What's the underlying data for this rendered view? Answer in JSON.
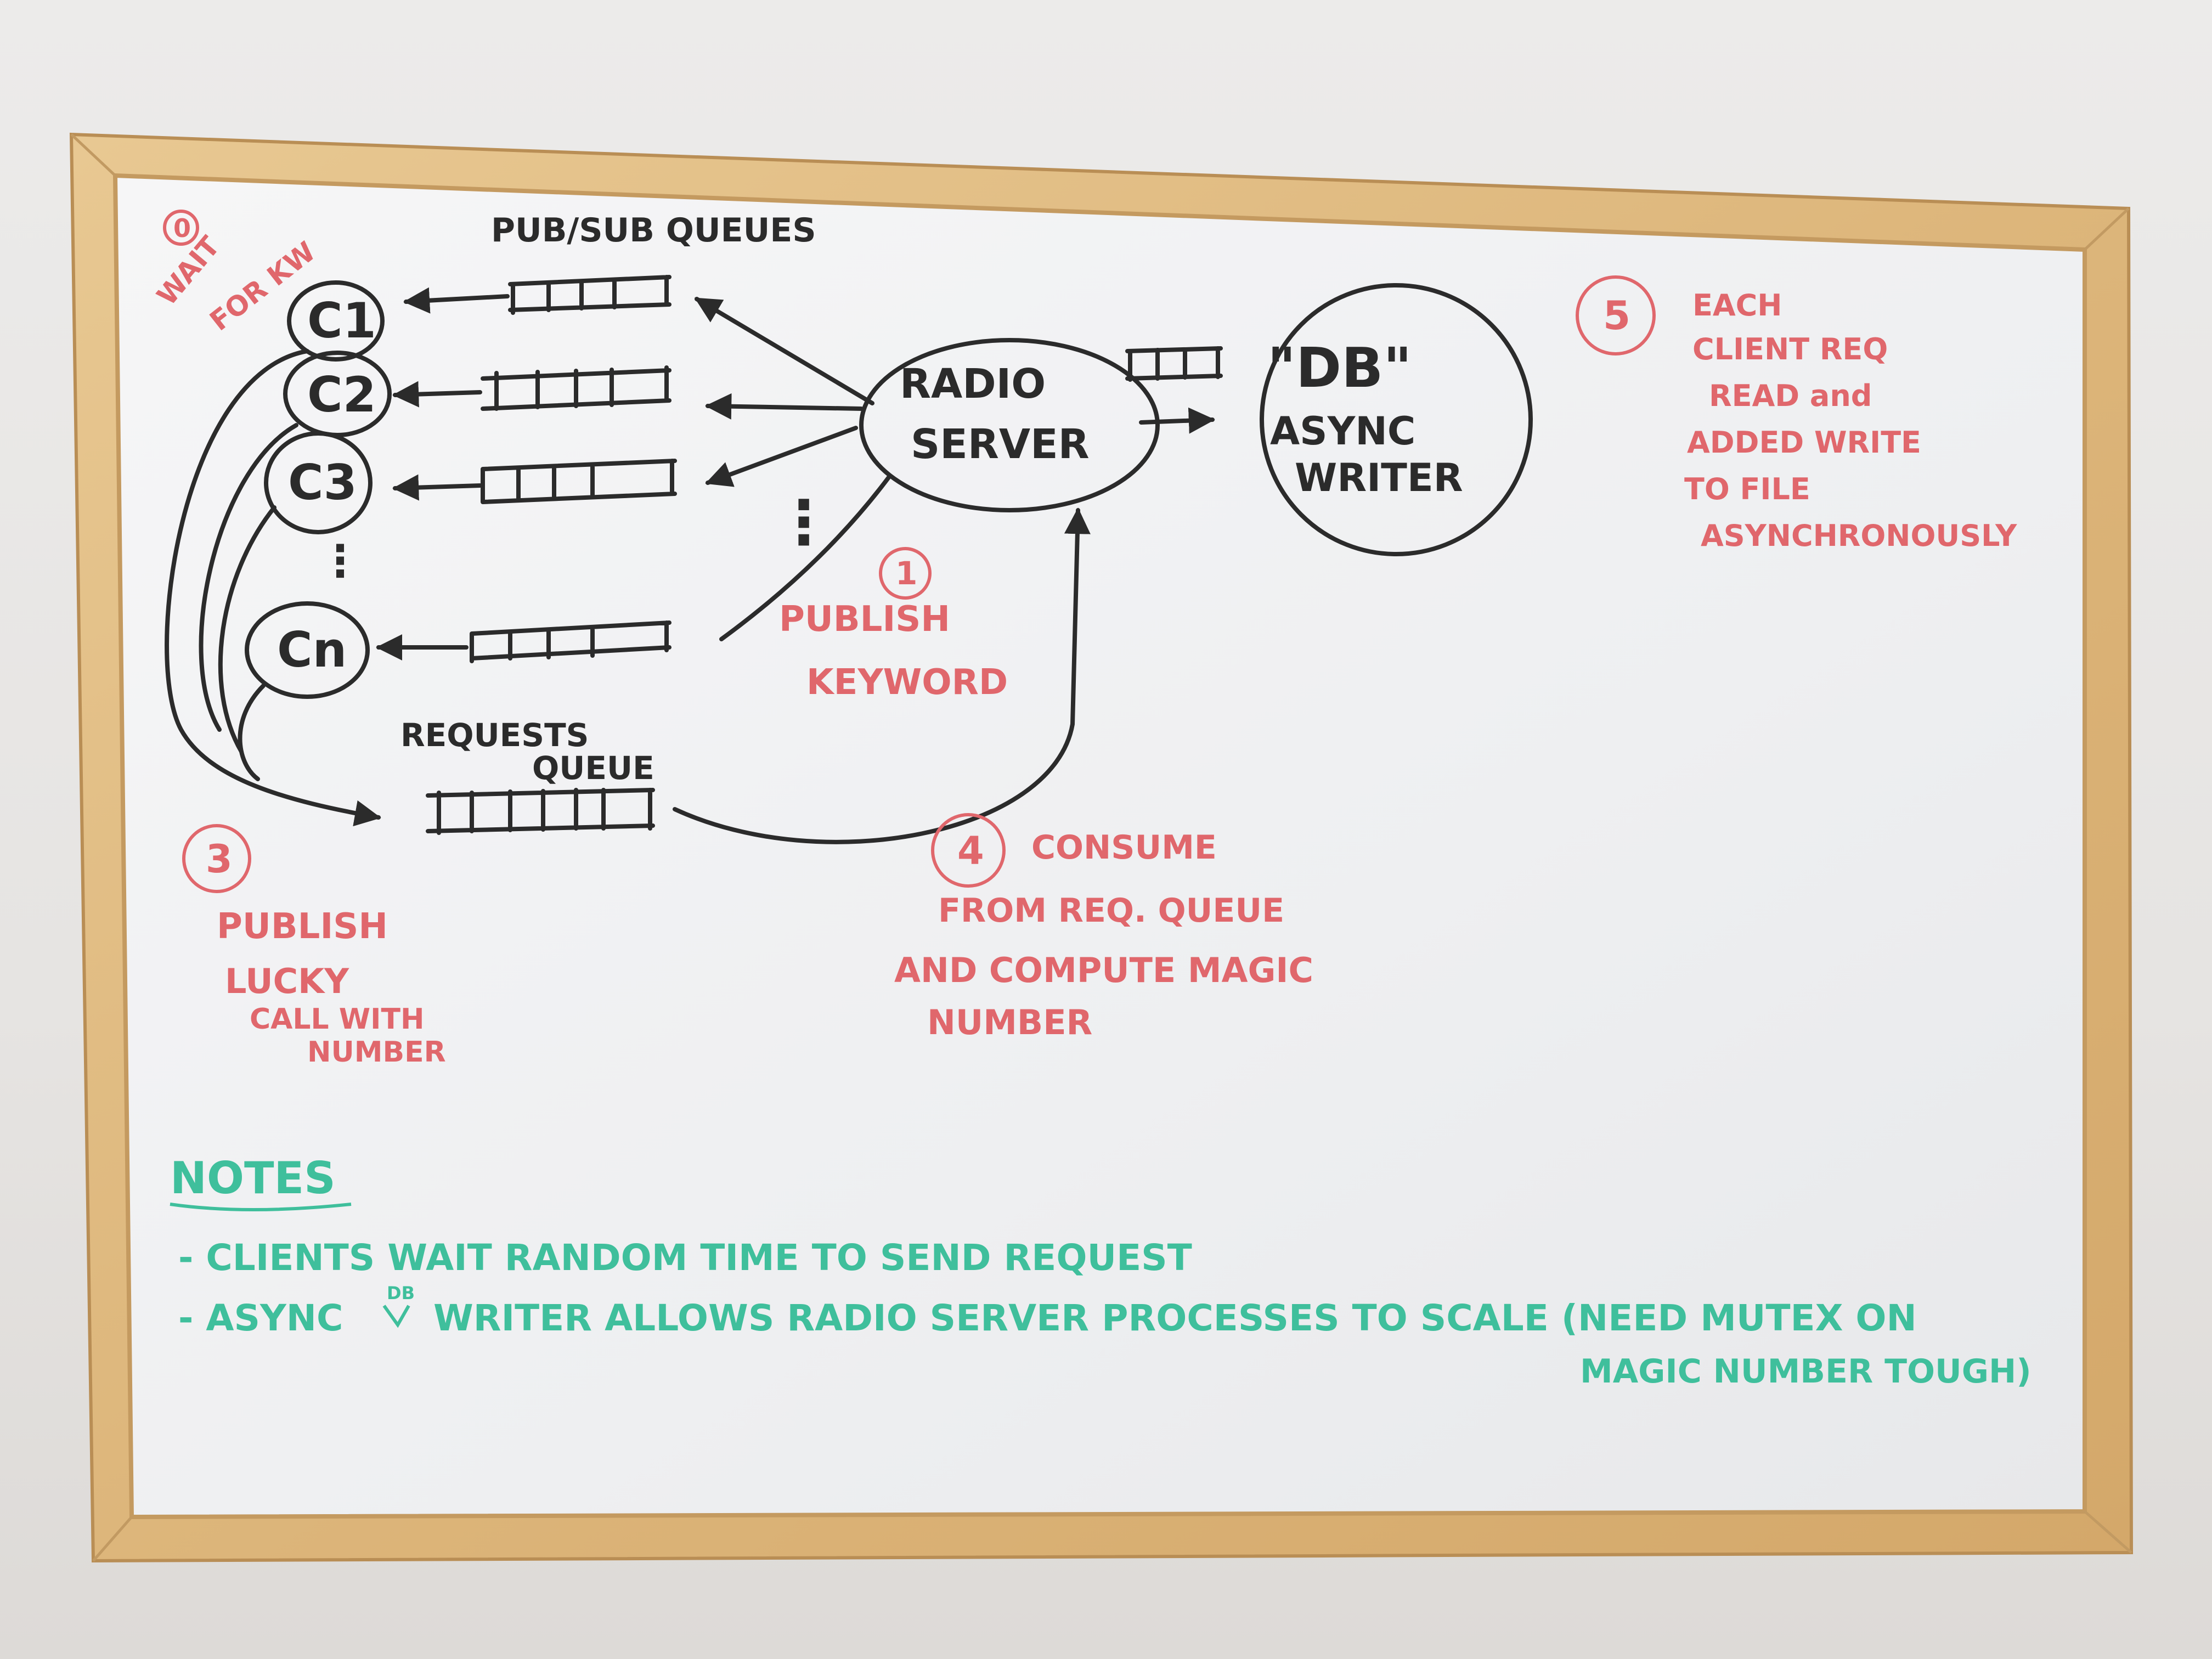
{
  "colors": {
    "wall": "#e6e4e2",
    "frame": "#e2c08a",
    "frame_shadow": "#c9a066",
    "board": "#f3f3f4",
    "black_marker": "#2b2b2b",
    "red_marker": "#e0676c",
    "green_marker": "#3fbf9c"
  },
  "diagram": {
    "clients": [
      "C1",
      "C2",
      "C3",
      "Cn"
    ],
    "client_ellipsis": "⋮",
    "pubsub_title": "PUB/SUB QUEUES",
    "requests_title_line1": "REQUESTS",
    "requests_title_line2": "QUEUE",
    "radio_server_line1": "RADIO",
    "radio_server_line2": "SERVER",
    "db_line1": "\"DB\"",
    "db_line2": "ASYNC",
    "db_line3": "WRITER",
    "server_ellipsis": "⋮"
  },
  "steps": {
    "step0_num": "0",
    "step0_line1": "WAIT",
    "step0_line2": "FOR KW",
    "step1_num": "1",
    "step1_line1": "PUBLISH",
    "step1_line2": "KEYWORD",
    "step3_num": "3",
    "step3_line1": "PUBLISH",
    "step3_line2": "LUCKY",
    "step3_line3": "CALL WITH",
    "step3_line4": "NUMBER",
    "step4_num": "4",
    "step4_line1": "CONSUME",
    "step4_line2": "FROM REQ. QUEUE",
    "step4_line3": "AND COMPUTE MAGIC",
    "step4_line4": "NUMBER",
    "step5_num": "5",
    "step5_line1": "EACH",
    "step5_line2": "CLIENT REQ",
    "step5_line3": "READ and",
    "step5_line4": "ADDED WRITE",
    "step5_line5": "TO FILE",
    "step5_line6": "ASYNCHRONOUSLY"
  },
  "notes": {
    "title": "NOTES",
    "line1": "- CLIENTS WAIT RANDOM TIME TO SEND REQUEST",
    "line2_a": "- ASYNC",
    "line2_insert": "DB",
    "line2_b": "WRITER ALLOWS RADIO SERVER PROCESSES TO SCALE (NEED MUTEX ON",
    "line3": "MAGIC NUMBER TOUGH)"
  }
}
